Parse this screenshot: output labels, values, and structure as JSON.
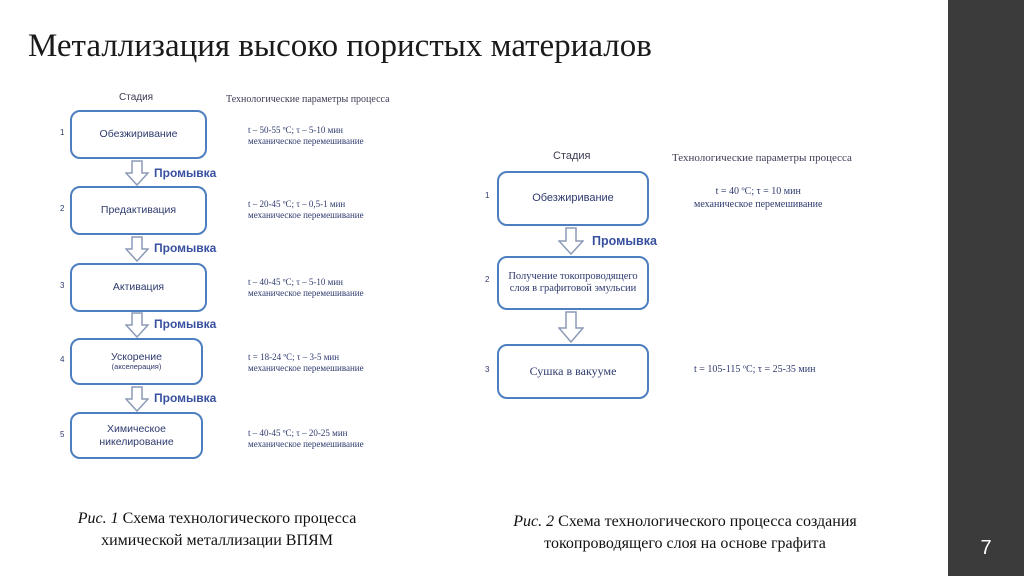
{
  "title": "Металлизация высоко пористых материалов",
  "page_number": "7",
  "fig1": {
    "stage_header": "Стадия",
    "params_header": "Технологические параметры процесса",
    "wash_label": "Промывка",
    "stages": [
      {
        "num": "1",
        "name": "Обезжиривание",
        "params_line1": "t – 50-55 ºC;  τ – 5-10 мин",
        "params_line2": "механическое перемешивание"
      },
      {
        "num": "2",
        "name": "Предактивация",
        "params_line1": "t – 20-45 ºC;  τ – 0,5-1 мин",
        "params_line2": "механическое перемешивание"
      },
      {
        "num": "3",
        "name": "Активация",
        "params_line1": "t – 40-45 ºC;  τ – 5-10 мин",
        "params_line2": "механическое перемешивание"
      },
      {
        "num": "4",
        "name": "Ускорение",
        "name_sub": "(акселерация)",
        "params_line1": "t = 18-24 ºC;  τ – 3-5 мин",
        "params_line2": "механическое перемешивание"
      },
      {
        "num": "5",
        "name": "Химическое никелирование",
        "params_line1": "t – 40-45 ºC;  τ – 20-25 мин",
        "params_line2": "механическое перемешивание"
      }
    ],
    "caption_prefix": "Рис. 1",
    "caption_text": "Схема технологического процесса",
    "caption_line2": "химической металлизации ВПЯМ"
  },
  "fig2": {
    "stage_header": "Стадия",
    "params_header": "Технологические параметры процесса",
    "wash_label": "Промывка",
    "stages": [
      {
        "num": "1",
        "name": "Обезжиривание",
        "params_line1": "t = 40 ºC;  τ = 10 мин",
        "params_line2": "механическое перемешивание"
      },
      {
        "num": "2",
        "name": "Получение токопроводящего слоя в графитовой эмульсии",
        "params_line1": "",
        "params_line2": ""
      },
      {
        "num": "3",
        "name": "Сушка в вакууме",
        "params_line1": "t = 105-115 ºC;  τ = 25-35 мин",
        "params_line2": ""
      }
    ],
    "caption_prefix": "Рис. 2",
    "caption_text": "Схема технологического процесса создания",
    "caption_line2": "токопроводящего слоя на основе графита"
  },
  "colors": {
    "box_border": "#4d7fc0",
    "text_blue": "#2e3a6e",
    "wash_text": "#3850a0",
    "sidebar": "#3b3b3b"
  }
}
